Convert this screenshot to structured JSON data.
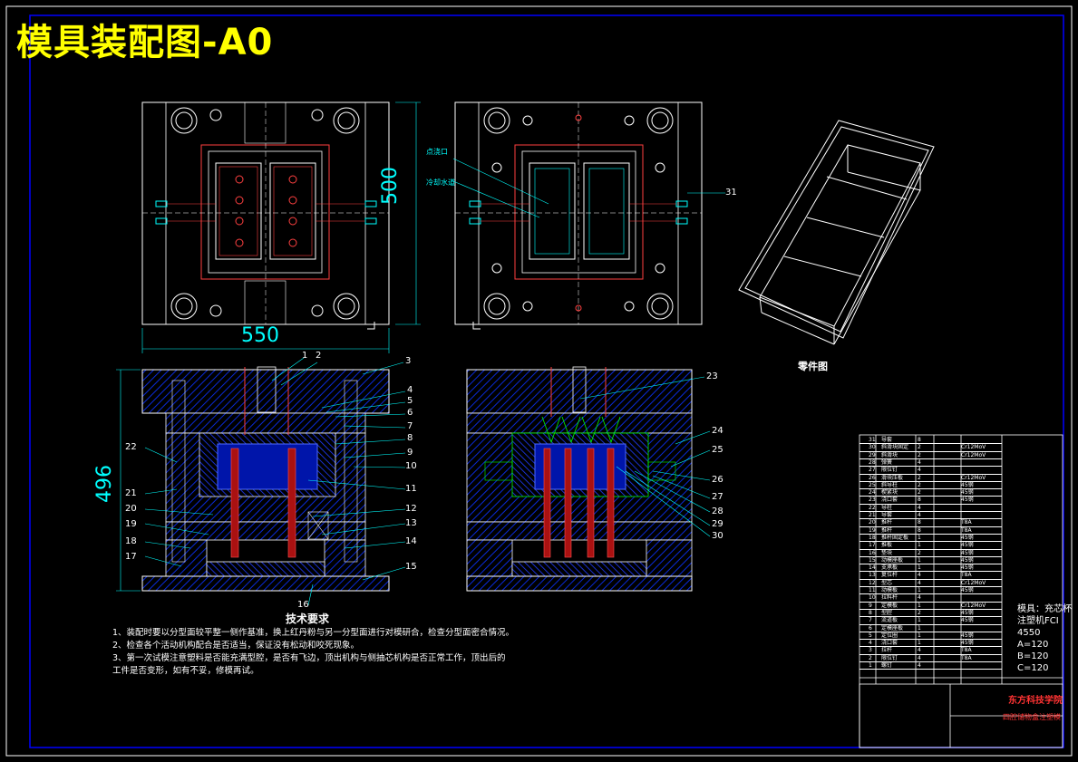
{
  "title": "模具装配图-A0",
  "dimensions": {
    "top_width": "550",
    "top_height": "500",
    "section_height": "496"
  },
  "top_view_labels": {
    "gate": "点浇口",
    "runner": "冷却水道"
  },
  "part_drawing_label": "零件图",
  "technical_requirements": {
    "title": "技术要求",
    "notes": [
      "1、装配时要以分型面较平整一侧作基准，换上红丹粉与另一分型面进行对模研合，检查分型面密合情况。",
      "2、检查各个活动机构配合是否适当，保证没有松动和咬死现象。",
      "3、第一次试模注意塑料是否能充满型腔，是否有飞边，顶出机构与侧抽芯机构是否正常工作，顶出后的",
      "   工件是否变形，如有不妥，修模再试。"
    ]
  },
  "leader_numbers_left": [
    "1",
    "2",
    "3",
    "4",
    "5",
    "6",
    "7",
    "8",
    "9",
    "10",
    "11",
    "12",
    "13",
    "14",
    "15",
    "16",
    "17",
    "18",
    "19",
    "20",
    "21",
    "22"
  ],
  "leader_numbers_right": [
    "23",
    "24",
    "25",
    "26",
    "27",
    "28",
    "29",
    "30",
    "31"
  ],
  "title_block": {
    "notes": [
      "模具：充芯杯",
      "注塑机FCI",
      "4550",
      "A=120",
      "B=120",
      "C=120"
    ],
    "school": "东方科技学院",
    "drawing_name": "四腔储物盒注塑模"
  },
  "bom_rows": [
    {
      "no": "31",
      "name": "导套",
      "qty": "8",
      "mat": ""
    },
    {
      "no": "30",
      "name": "斜滑块固定",
      "qty": "2",
      "mat": "Cr12MoV"
    },
    {
      "no": "29",
      "name": "斜滑块",
      "qty": "2",
      "mat": "Cr12MoV"
    },
    {
      "no": "28",
      "name": "弹簧",
      "qty": "4",
      "mat": ""
    },
    {
      "no": "27",
      "name": "限位钉",
      "qty": "4",
      "mat": ""
    },
    {
      "no": "26",
      "name": "滑块压板",
      "qty": "2",
      "mat": "Cr12MoV"
    },
    {
      "no": "25",
      "name": "斜导柱",
      "qty": "2",
      "mat": "45钢"
    },
    {
      "no": "24",
      "name": "楔紧块",
      "qty": "2",
      "mat": "45钢"
    },
    {
      "no": "23",
      "name": "浇口套",
      "qty": "8",
      "mat": "45钢"
    },
    {
      "no": "22",
      "name": "导柱",
      "qty": "4",
      "mat": ""
    },
    {
      "no": "21",
      "name": "导套",
      "qty": "4",
      "mat": ""
    },
    {
      "no": "20",
      "name": "推杆",
      "qty": "8",
      "mat": "T8A"
    },
    {
      "no": "19",
      "name": "推杆",
      "qty": "8",
      "mat": "T8A"
    },
    {
      "no": "18",
      "name": "推杆固定板",
      "qty": "1",
      "mat": "45钢"
    },
    {
      "no": "17",
      "name": "推板",
      "qty": "1",
      "mat": "45钢"
    },
    {
      "no": "16",
      "name": "垫块",
      "qty": "2",
      "mat": "45钢"
    },
    {
      "no": "15",
      "name": "动模座板",
      "qty": "1",
      "mat": "45钢"
    },
    {
      "no": "14",
      "name": "支承板",
      "qty": "1",
      "mat": "45钢"
    },
    {
      "no": "13",
      "name": "复位杆",
      "qty": "4",
      "mat": "T8A"
    },
    {
      "no": "12",
      "name": "型芯",
      "qty": "4",
      "mat": "Cr12MoV"
    },
    {
      "no": "11",
      "name": "动模板",
      "qty": "1",
      "mat": "45钢"
    },
    {
      "no": "10",
      "name": "拉料杆",
      "qty": "4",
      "mat": ""
    },
    {
      "no": "9",
      "name": "定模板",
      "qty": "1",
      "mat": "Cr12MoV"
    },
    {
      "no": "8",
      "name": "型腔",
      "qty": "2",
      "mat": "45钢"
    },
    {
      "no": "7",
      "name": "流道板",
      "qty": "1",
      "mat": "45钢"
    },
    {
      "no": "6",
      "name": "定模座板",
      "qty": "1",
      "mat": ""
    },
    {
      "no": "5",
      "name": "定位圈",
      "qty": "1",
      "mat": "45钢"
    },
    {
      "no": "4",
      "name": "浇口套",
      "qty": "1",
      "mat": "45钢"
    },
    {
      "no": "3",
      "name": "拉杆",
      "qty": "4",
      "mat": "T8A"
    },
    {
      "no": "2",
      "name": "限位钉",
      "qty": "4",
      "mat": "T8A"
    },
    {
      "no": "1",
      "name": "螺钉",
      "qty": "4",
      "mat": ""
    }
  ],
  "colors": {
    "background": "#000000",
    "frame": "#0000ff",
    "outline": "#ffffff",
    "hatch": "#0000cc",
    "title": "#ffff00",
    "dimension": "#00ffff",
    "accent_red": "#ff0000"
  }
}
